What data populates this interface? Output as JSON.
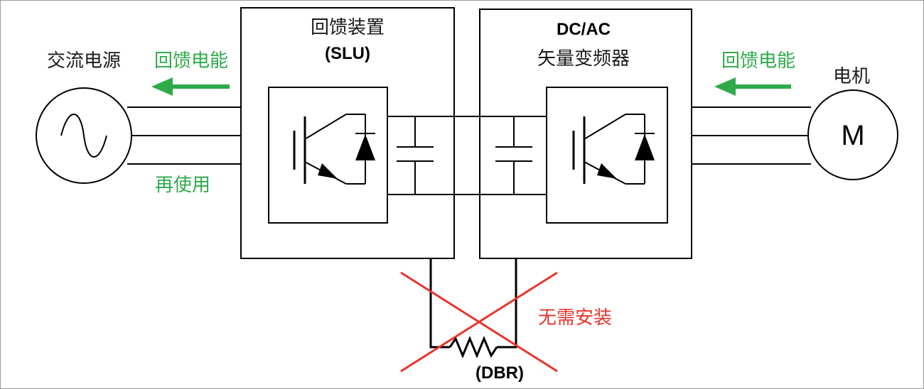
{
  "diagram": {
    "ac_source_label": "交流电源",
    "feedback_energy_left": "回馈电能",
    "reuse_label": "再使用",
    "slu_title": "回馈装置",
    "slu_subtitle": "(SLU)",
    "inverter_title": "DC/AC",
    "inverter_subtitle": "矢量变频器",
    "feedback_energy_right": "回馈电能",
    "motor_label": "电机",
    "motor_symbol": "M",
    "no_install_label": "无需安装",
    "dbr_label": "(DBR)",
    "colors": {
      "green": "#2eaa4a",
      "red": "#e8332b",
      "line": "#000000"
    }
  }
}
